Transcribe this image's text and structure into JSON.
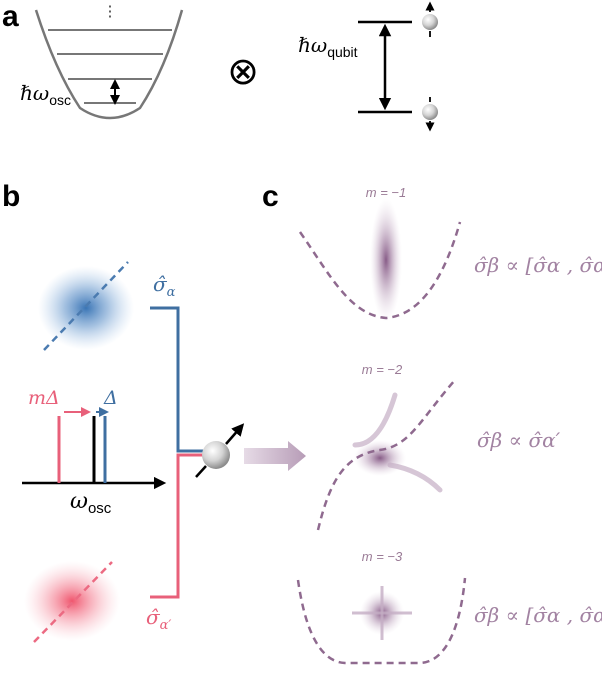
{
  "panels": {
    "a": "a",
    "b": "b",
    "c": "c"
  },
  "panel_a": {
    "dots": "⋮",
    "hbar": "ℏ",
    "omega": "ω",
    "osc_sub": "osc",
    "qubit_sub": "qubit",
    "tensor": "⊗"
  },
  "panel_b": {
    "m_delta": "mΔ",
    "delta": "Δ",
    "omega": "ω",
    "osc_sub": "osc",
    "sigma_alpha": "σ̂",
    "alpha_sub": "α",
    "sigma_alpha_prime": "σ̂",
    "alpha_prime_sub": "α′"
  },
  "panel_c": {
    "rows": [
      {
        "m_label": "m = −1",
        "relation": "σ̂β ∝ [σ̂α , σ̂α′]"
      },
      {
        "m_label": "m = −2",
        "relation": "σ̂β ∝ σ̂α′"
      },
      {
        "m_label": "m = −3",
        "relation": "σ̂β ∝ [σ̂α , σ̂α′]"
      }
    ]
  },
  "colors": {
    "blue": "#3f6fa1",
    "red": "#e8607a",
    "purple": "#8f6a8f",
    "grey": "#777777",
    "black": "#000000"
  }
}
